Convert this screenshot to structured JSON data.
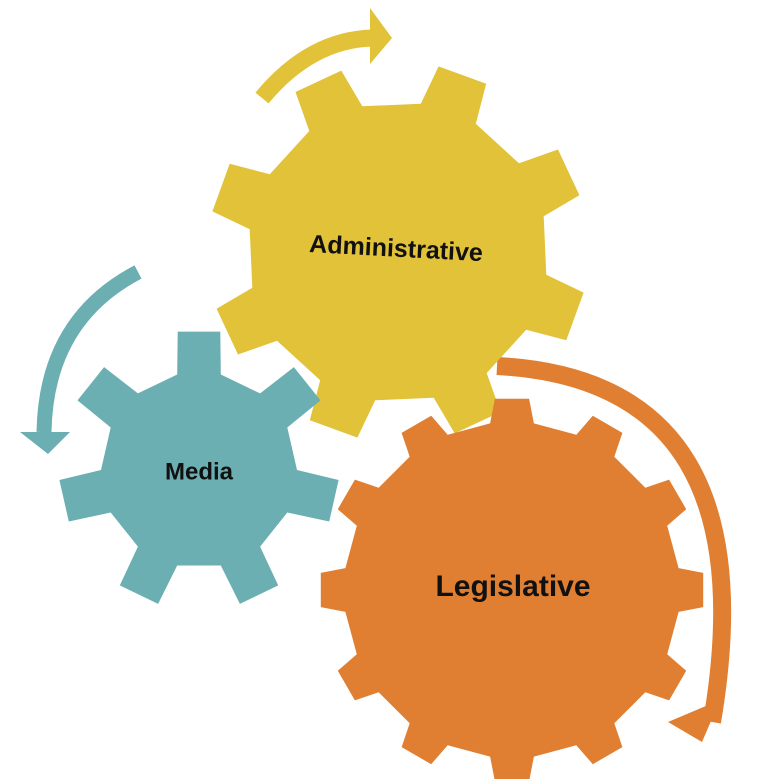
{
  "diagram": {
    "gears": [
      {
        "id": "administrative",
        "label": "Administrative",
        "color": "#E1C239"
      },
      {
        "id": "media",
        "label": "Media",
        "color": "#6BAFB2"
      },
      {
        "id": "legislative",
        "label": "Legislative",
        "color": "#E07F32"
      }
    ],
    "arrows": [
      {
        "id": "administrative-arrow",
        "color": "#E1C239",
        "direction": "clockwise"
      },
      {
        "id": "media-arrow",
        "color": "#6BAFB2",
        "direction": "counter-clockwise"
      },
      {
        "id": "legislative-arrow",
        "color": "#E07F32",
        "direction": "clockwise"
      }
    ]
  }
}
